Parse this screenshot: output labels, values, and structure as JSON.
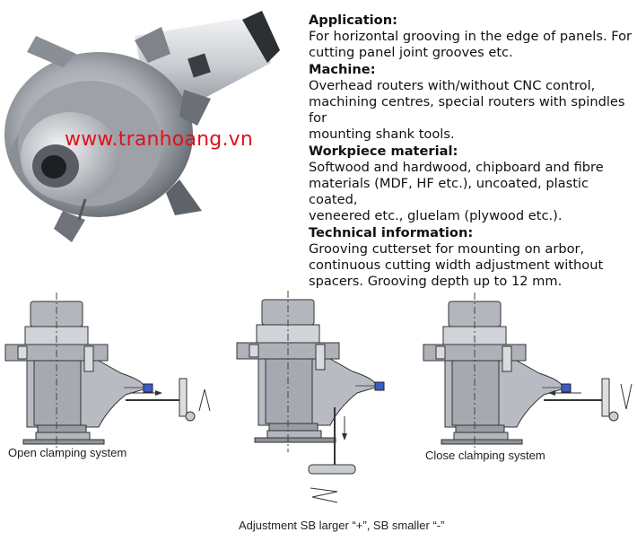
{
  "photo": {
    "watermark": "www.tranhoang.vn"
  },
  "info": {
    "sections": [
      {
        "heading": "Application:",
        "lines": [
          "For horizontal grooving in the edge of panels. For",
          "cutting panel joint grooves etc."
        ]
      },
      {
        "heading": "Machine:",
        "lines": [
          "Overhead routers with/without CNC control,",
          "machining centres, special routers with spindles for",
          "mounting shank tools."
        ]
      },
      {
        "heading": "Workpiece material:",
        "lines": [
          "Softwood and hardwood, chipboard and fibre",
          "materials (MDF, HF etc.), uncoated, plastic coated,",
          "veneered etc., gluelam (plywood etc.)."
        ]
      },
      {
        "heading": "Technical information:",
        "lines": [
          "Grooving cutterset for mounting on arbor,",
          "continuous cutting width adjustment without",
          "spacers. Grooving depth up to 12 mm."
        ]
      }
    ]
  },
  "diagrams": {
    "open_caption": "Open clamping system",
    "close_caption": "Close clamping system",
    "adjust_caption": "Adjustment SB larger “+”, SB smaller “-”"
  },
  "colors": {
    "watermark": "#e0101a",
    "steel": "#b9bdc3",
    "bolt_blue": "#3a5cc8"
  }
}
